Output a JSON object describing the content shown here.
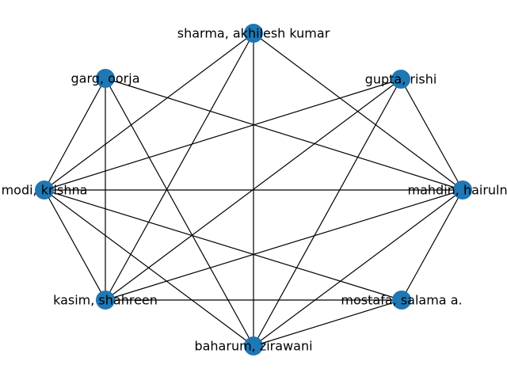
{
  "graph": {
    "type": "network",
    "node_color": "#1f77b4",
    "edge_color": "#000000",
    "nodes": [
      {
        "id": "sharma",
        "label": "sharma, akhilesh kumar"
      },
      {
        "id": "gupta",
        "label": "gupta, rishi"
      },
      {
        "id": "mahdin",
        "label": "mahdin, hairulniz"
      },
      {
        "id": "mostafa",
        "label": "mostafa, salama a."
      },
      {
        "id": "baharum",
        "label": "baharum, zirawani"
      },
      {
        "id": "kasim",
        "label": "kasim, shahreen"
      },
      {
        "id": "modi",
        "label": "modi, krishna"
      },
      {
        "id": "garg",
        "label": "garg, oorja"
      }
    ],
    "edges": [
      [
        "sharma",
        "modi"
      ],
      [
        "sharma",
        "kasim"
      ],
      [
        "sharma",
        "baharum"
      ],
      [
        "sharma",
        "mahdin"
      ],
      [
        "gupta",
        "modi"
      ],
      [
        "gupta",
        "kasim"
      ],
      [
        "gupta",
        "baharum"
      ],
      [
        "gupta",
        "mahdin"
      ],
      [
        "garg",
        "modi"
      ],
      [
        "garg",
        "kasim"
      ],
      [
        "garg",
        "baharum"
      ],
      [
        "garg",
        "mahdin"
      ],
      [
        "modi",
        "mahdin"
      ],
      [
        "modi",
        "kasim"
      ],
      [
        "modi",
        "baharum"
      ],
      [
        "modi",
        "mostafa"
      ],
      [
        "kasim",
        "mostafa"
      ],
      [
        "kasim",
        "mahdin"
      ],
      [
        "baharum",
        "mostafa"
      ],
      [
        "baharum",
        "mahdin"
      ],
      [
        "mahdin",
        "mostafa"
      ]
    ]
  }
}
